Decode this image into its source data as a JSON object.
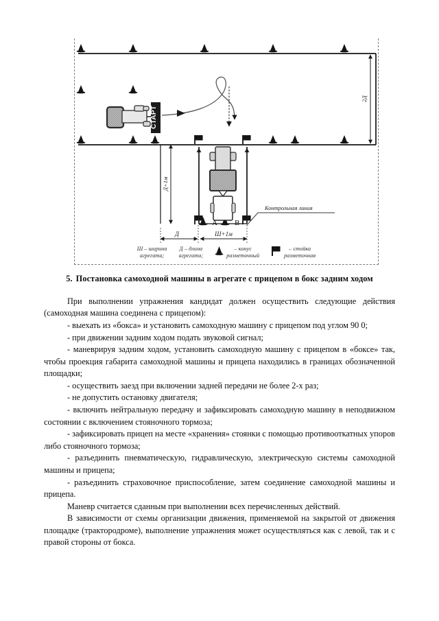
{
  "figure": {
    "title_sign": "СТАРТ",
    "control_line_label": "Контрольная линия",
    "dim_width_label": "Ш+1м",
    "dim_length_label": "Д",
    "dim_length_plus_label": "Д+1м",
    "dim_double_label": "2Д",
    "marker_a": "А",
    "marker_b": "В",
    "legend": [
      {
        "symbol": "text",
        "text": "Ш – ширина\nагрегата;"
      },
      {
        "symbol": "text",
        "text": "Д – длина\nагрегата;"
      },
      {
        "symbol": "cone",
        "text": "– конус\nразметочный"
      },
      {
        "symbol": "flag",
        "text": "– стойка\nразметочная"
      }
    ]
  },
  "document": {
    "heading_number": "5.",
    "heading_text": "Постановка самоходной машины в агрегате с прицепом в бокс задним ходом",
    "paragraphs": [
      {
        "indent": true,
        "text": "При выполнении упражнения кандидат должен осуществить следующие действия (самоходная машина соединена с прицепом):"
      },
      {
        "indent": true,
        "text": "- выехать из «бокса» и установить самоходную машину с прицепом под углом 90 0;"
      },
      {
        "indent": true,
        "text": "- при движении задним ходом подать звуковой сигнал;"
      },
      {
        "indent": true,
        "text": "- маневрируя задним ходом, установить самоходную машину с прицепом в «боксе» так, чтобы проекция габарита самоходной машины и прицепа находились в границах обозначенной площадки;"
      },
      {
        "indent": true,
        "text": "- осуществить заезд при включении задней передачи не более 2-х раз;"
      },
      {
        "indent": true,
        "text": "- не допустить остановку двигателя;"
      },
      {
        "indent": true,
        "text": "- включить нейтральную передачу и зафиксировать самоходную машину в неподвижном состоянии с включением стояночного тормоза;"
      },
      {
        "indent": true,
        "text": "- зафиксировать прицеп на месте «хранения» стоянки с помощью противооткатных упоров либо стояночного тормоза;"
      },
      {
        "indent": true,
        "text": "- разъединить пневматическую, гидравлическую, электрическую системы самоходной машины и прицепа;"
      },
      {
        "indent": true,
        "text": "- разъединить страховочное приспособление, затем соединение самоходной машины и прицепа."
      },
      {
        "indent": true,
        "text": "Маневр считается сданным при выполнении всех перечисленных действий."
      },
      {
        "indent": true,
        "text": "В зависимости от схемы организации движения, применяемой на закрытой от движения площадке (трактородроме), выполнение упражнения может осуществляться как с левой, так и с правой стороны от бокса."
      }
    ]
  },
  "colors": {
    "ink": "#0d0d0d",
    "line": "#1a1a1a",
    "dashed_border": "#7a7a7a",
    "fill_grey": "#b8b8b8"
  }
}
